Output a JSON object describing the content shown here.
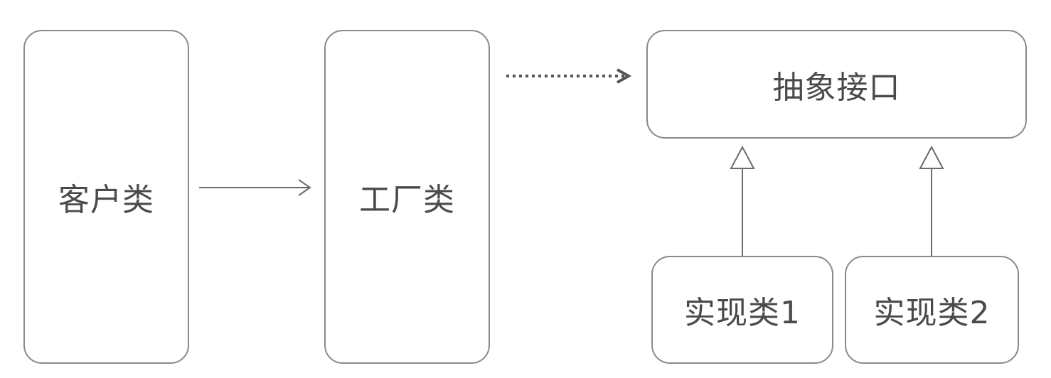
{
  "nodes": {
    "client": "客户类",
    "factory": "工厂类",
    "interface": "抽象接口",
    "impl1": "实现类1",
    "impl2": "实现类2"
  }
}
